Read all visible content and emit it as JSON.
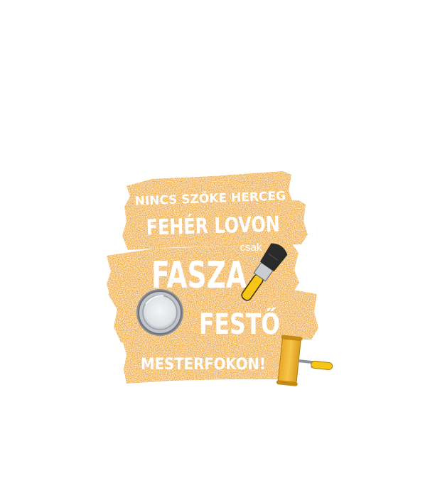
{
  "artwork": {
    "line1": "NINCS SZŐKE HERCEG",
    "line2": "FEHÉR LOVON",
    "line3": "csak",
    "line4": "FASZA",
    "line5": "FESTŐ",
    "line6": "MESTERFOKON!",
    "colors": {
      "brush_yellow": "#F2B134",
      "text": "#ffffff",
      "tool_yellow": "#F5C518",
      "tool_dark": "#2a2a2a",
      "metal": "#c9ccd1"
    },
    "icons": [
      "paint-brush-icon",
      "paint-can-icon",
      "paint-roller-icon"
    ]
  }
}
